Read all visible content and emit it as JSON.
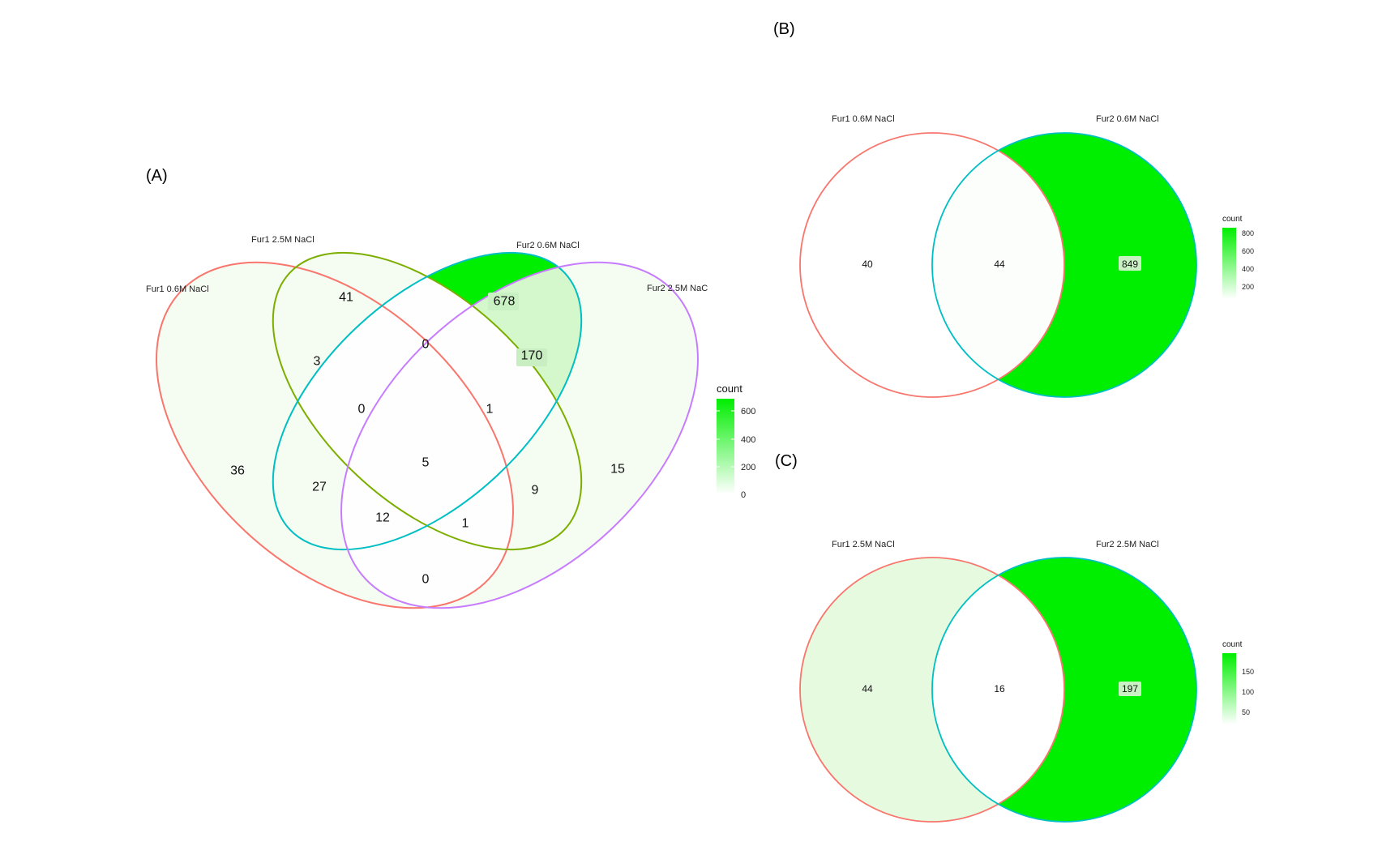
{
  "chart_data": [
    {
      "type": "venn",
      "panel_label": "(A)",
      "sets": [
        "Fur1 0.6M NaCl",
        "Fur1 2.5M NaCl",
        "Fur2 0.6M NaCl",
        "Fur2 2.5M NaC"
      ],
      "set_colors": [
        "#f8766d",
        "#7cae00",
        "#00bfc4",
        "#c77cff"
      ],
      "regions": [
        {
          "sets": [
            "Fur1 0.6M NaCl"
          ],
          "count": 36
        },
        {
          "sets": [
            "Fur1 2.5M NaCl"
          ],
          "count": 41
        },
        {
          "sets": [
            "Fur2 0.6M NaCl"
          ],
          "count": 678
        },
        {
          "sets": [
            "Fur2 2.5M NaC"
          ],
          "count": 15
        },
        {
          "sets": [
            "Fur1 0.6M NaCl",
            "Fur1 2.5M NaCl"
          ],
          "count": 3
        },
        {
          "sets": [
            "Fur1 2.5M NaCl",
            "Fur2 0.6M NaCl"
          ],
          "count": 0
        },
        {
          "sets": [
            "Fur2 0.6M NaCl",
            "Fur2 2.5M NaC"
          ],
          "count": 170
        },
        {
          "sets": [
            "Fur1 0.6M NaCl",
            "Fur2 2.5M NaC"
          ],
          "count": 0
        },
        {
          "sets": [
            "Fur1 0.6M NaCl",
            "Fur2 0.6M NaCl"
          ],
          "count": 27
        },
        {
          "sets": [
            "Fur1 2.5M NaCl",
            "Fur2 2.5M NaC"
          ],
          "count": 9
        },
        {
          "sets": [
            "Fur1 0.6M NaCl",
            "Fur1 2.5M NaCl",
            "Fur2 0.6M NaCl"
          ],
          "count": 0
        },
        {
          "sets": [
            "Fur1 2.5M NaCl",
            "Fur2 0.6M NaCl",
            "Fur2 2.5M NaC"
          ],
          "count": 1
        },
        {
          "sets": [
            "Fur1 0.6M NaCl",
            "Fur2 0.6M NaCl",
            "Fur2 2.5M NaC"
          ],
          "count": 12
        },
        {
          "sets": [
            "Fur1 0.6M NaCl",
            "Fur1 2.5M NaCl",
            "Fur2 2.5M NaC"
          ],
          "count": 1
        },
        {
          "sets": [
            "Fur1 0.6M NaCl",
            "Fur1 2.5M NaCl",
            "Fur2 0.6M NaCl",
            "Fur2 2.5M NaC"
          ],
          "count": 5
        }
      ],
      "legend": {
        "title": "count",
        "ticks": [
          "600",
          "400",
          "200",
          "0"
        ],
        "range": [
          0,
          678
        ],
        "colors": [
          "#ffffff",
          "#00ee00"
        ]
      }
    },
    {
      "type": "venn",
      "panel_label": "(B)",
      "sets": [
        "Fur1 0.6M NaCl",
        "Fur2 0.6M NaCl"
      ],
      "set_colors": [
        "#f8766d",
        "#00bfc4"
      ],
      "regions": [
        {
          "sets": [
            "Fur1 0.6M NaCl"
          ],
          "count": 40
        },
        {
          "sets": [
            "Fur1 0.6M NaCl",
            "Fur2 0.6M NaCl"
          ],
          "count": 44
        },
        {
          "sets": [
            "Fur2 0.6M NaCl"
          ],
          "count": 849
        }
      ],
      "legend": {
        "title": "count",
        "ticks": [
          "800",
          "600",
          "400",
          "200"
        ],
        "range": [
          40,
          849
        ],
        "colors": [
          "#ffffff",
          "#00ee00"
        ]
      }
    },
    {
      "type": "venn",
      "panel_label": "(C)",
      "sets": [
        "Fur1 2.5M NaCl",
        "Fur2 2.5M NaCl"
      ],
      "set_colors": [
        "#f8766d",
        "#00bfc4"
      ],
      "regions": [
        {
          "sets": [
            "Fur1 2.5M NaCl"
          ],
          "count": 44
        },
        {
          "sets": [
            "Fur1 2.5M NaCl",
            "Fur2 2.5M NaCl"
          ],
          "count": 16
        },
        {
          "sets": [
            "Fur2 2.5M NaCl"
          ],
          "count": 197
        }
      ],
      "legend": {
        "title": "count",
        "ticks": [
          "150",
          "100",
          "50"
        ],
        "range": [
          16,
          197
        ],
        "colors": [
          "#ffffff",
          "#00ee00"
        ]
      }
    }
  ]
}
